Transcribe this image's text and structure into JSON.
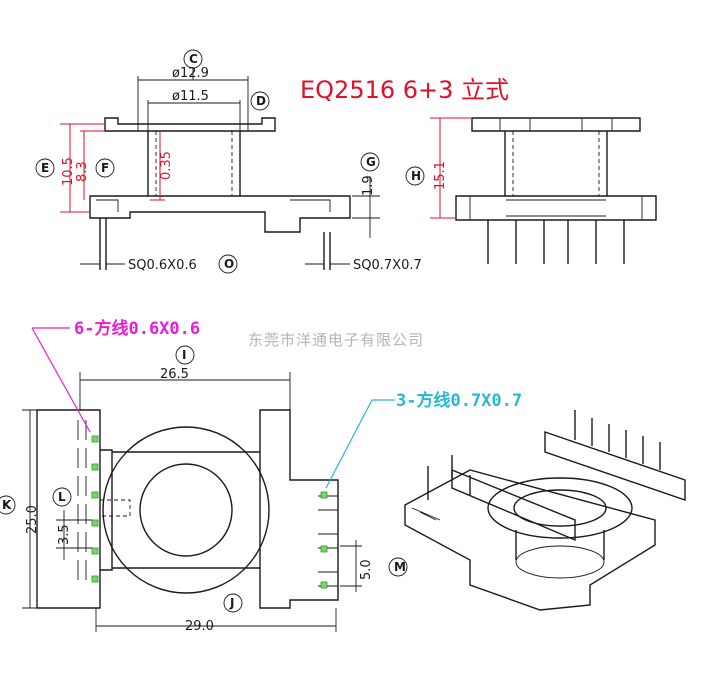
{
  "title": "EQ2516   6+3  立式",
  "watermark": "东莞市洋通电子有限公司",
  "notes": {
    "six_pin": "6-方线0.6X0.6",
    "three_pin": "3-方线0.7X0.7"
  },
  "bubbles": {
    "C": "C",
    "D": "D",
    "E": "E",
    "F": "F",
    "G": "G",
    "H": "H",
    "I": "I",
    "J": "J",
    "K": "K",
    "L": "L",
    "M": "M",
    "O": "O"
  },
  "dims": {
    "c_dia": "ø12.9",
    "d_dia": "ø11.5",
    "e_h": "10.5",
    "f_h": "8.3",
    "inner_h": "0.35",
    "g_h": "1.9",
    "h_h": "15.1",
    "pin_left": "SQ0.6X0.6",
    "pin_right": "SQ0.7X0.7",
    "i_w": "26.5",
    "j_w": "29.0",
    "k_h": "25.0",
    "l_pitch": "3.5",
    "m_pitch": "5.0"
  }
}
